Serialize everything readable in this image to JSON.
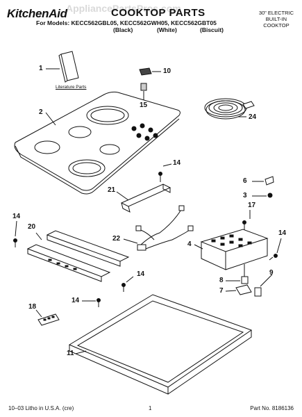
{
  "header": {
    "brand": "KitchenAid",
    "title": "COOKTOP PARTS",
    "models_prefix": "For Models:",
    "models": "KECC562GBL05, KECC562GWH05, KECC562GBT05",
    "finishes": [
      "(Black)",
      "(White)",
      "(Biscuit)"
    ],
    "spec_lines": [
      "30\" ELECTRIC",
      "BUILT-IN",
      "COOKTOP"
    ],
    "watermark": "AppliancePartsPros.com"
  },
  "literature_caption": "Literature Parts",
  "callouts": [
    "1",
    "2",
    "10",
    "15",
    "24",
    "14",
    "21",
    "6",
    "3",
    "17",
    "14",
    "20",
    "22",
    "4",
    "14",
    "14",
    "9",
    "8",
    "7",
    "18",
    "14",
    "11"
  ],
  "footer": {
    "left": "10–03 Litho in U.S.A. (cre)",
    "page": "1",
    "part_no": "Part No. 8186136"
  }
}
